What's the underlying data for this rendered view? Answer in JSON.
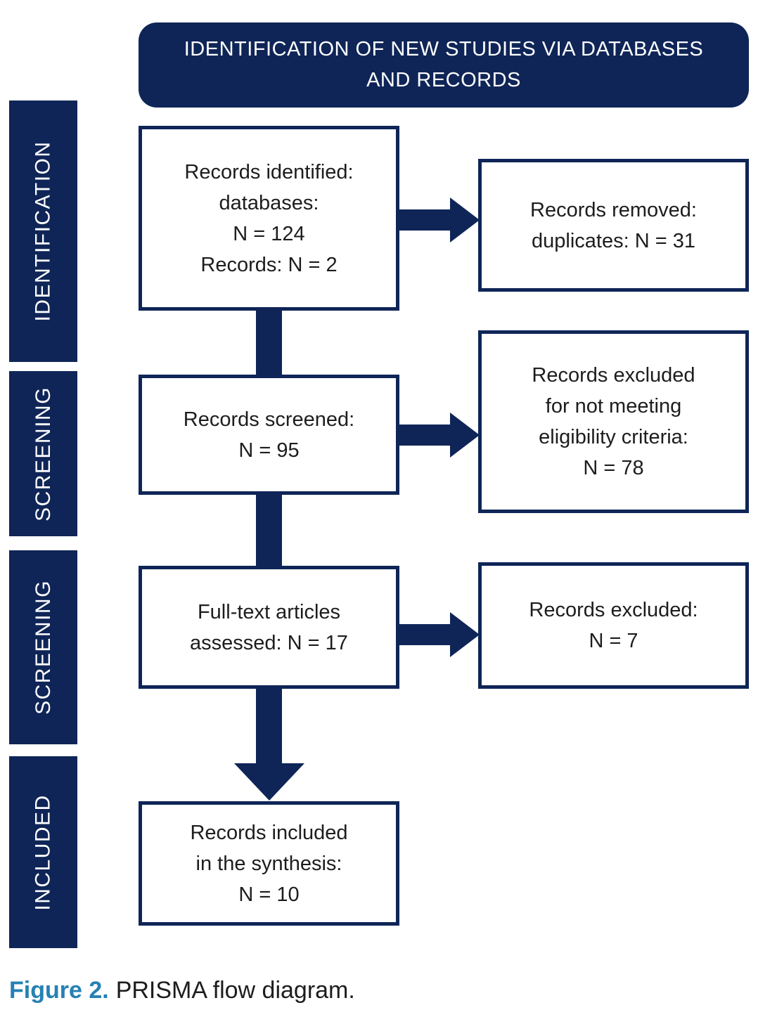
{
  "colors": {
    "navy": "#0f2557",
    "caption_blue": "#2581b4",
    "text": "#1d1d1d",
    "background": "#ffffff"
  },
  "header": {
    "title": "IDENTIFICATION OF NEW STUDIES VIA DATABASES AND RECORDS"
  },
  "sidebar": {
    "items": [
      {
        "label": "IDENTIFICATION"
      },
      {
        "label": "SCREENING"
      },
      {
        "label": "SCREENING"
      },
      {
        "label": "INCLUDED"
      }
    ]
  },
  "flow": {
    "boxes": [
      {
        "id": "records-identified",
        "lines": [
          "Records identified:",
          "databases:",
          "N = 124",
          "Records: N = 2"
        ]
      },
      {
        "id": "records-removed",
        "lines": [
          "Records removed:",
          "duplicates: N = 31"
        ]
      },
      {
        "id": "records-screened",
        "lines": [
          "Records screened:",
          "N = 95"
        ]
      },
      {
        "id": "records-excluded-eligibility",
        "lines": [
          "Records excluded",
          "for not meeting",
          "eligibility criteria:",
          "N = 78"
        ]
      },
      {
        "id": "fulltext-assessed",
        "lines": [
          "Full-text articles",
          "assessed: N = 17"
        ]
      },
      {
        "id": "records-excluded",
        "lines": [
          "Records excluded:",
          "N = 7"
        ]
      },
      {
        "id": "records-included",
        "lines": [
          "Records included",
          "in the synthesis:",
          "N = 10"
        ]
      }
    ]
  },
  "caption": {
    "label": "Figure 2.",
    "text": "PRISMA flow diagram."
  }
}
